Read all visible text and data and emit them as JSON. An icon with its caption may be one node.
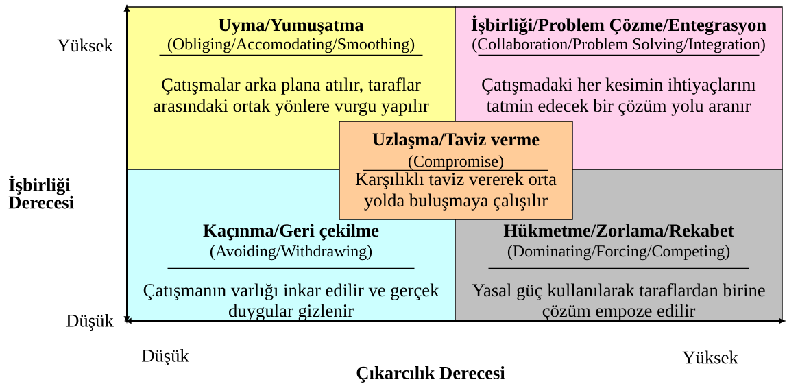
{
  "diagram": {
    "nodes": [
      {
        "text": [
          "Uyma/Yumuşatma",
          "(Obliging/Accomodating/Smoothing)",
          "Çatışmalar arka plana atılır, taraflar arasındaki ortak yönlere vurgu yapılır"
        ]
      },
      {
        "text": [
          "İşbirliği/Problem Çözme/Entegrasyon",
          "(Collaboration/Problem Solving/Integration)",
          "Çatışmadaki her kesimin ihtiyaçlarını tatmin edecek bir çözüm yolu aranır"
        ]
      },
      {
        "text": [
          "Kaçınma/Geri çekilme",
          "(Avoiding/Withdrawing)",
          "Çatışmanın varlığı inkar edilir ve gerçek duygular gizlenir"
        ]
      },
      {
        "text": [
          "Hükmetme/Zorlama/Rekabet",
          "(Dominating/Forcing/Competing)",
          "Yasal güç kullanılarak taraflardan birine çözüm empoze edilir"
        ]
      },
      {
        "text": [
          "Uzlaşma/Taviz verme",
          "(Compromise)",
          "Karşılıklı taviz vererek orta yolda buluşmaya çalışılır"
        ]
      }
    ],
    "labels": [
      "Yüksek",
      "İşbirliği Derecesi",
      "Düşük",
      "Düşük",
      "Yüksek",
      "Çıkarcılık Derecesi"
    ]
  }
}
